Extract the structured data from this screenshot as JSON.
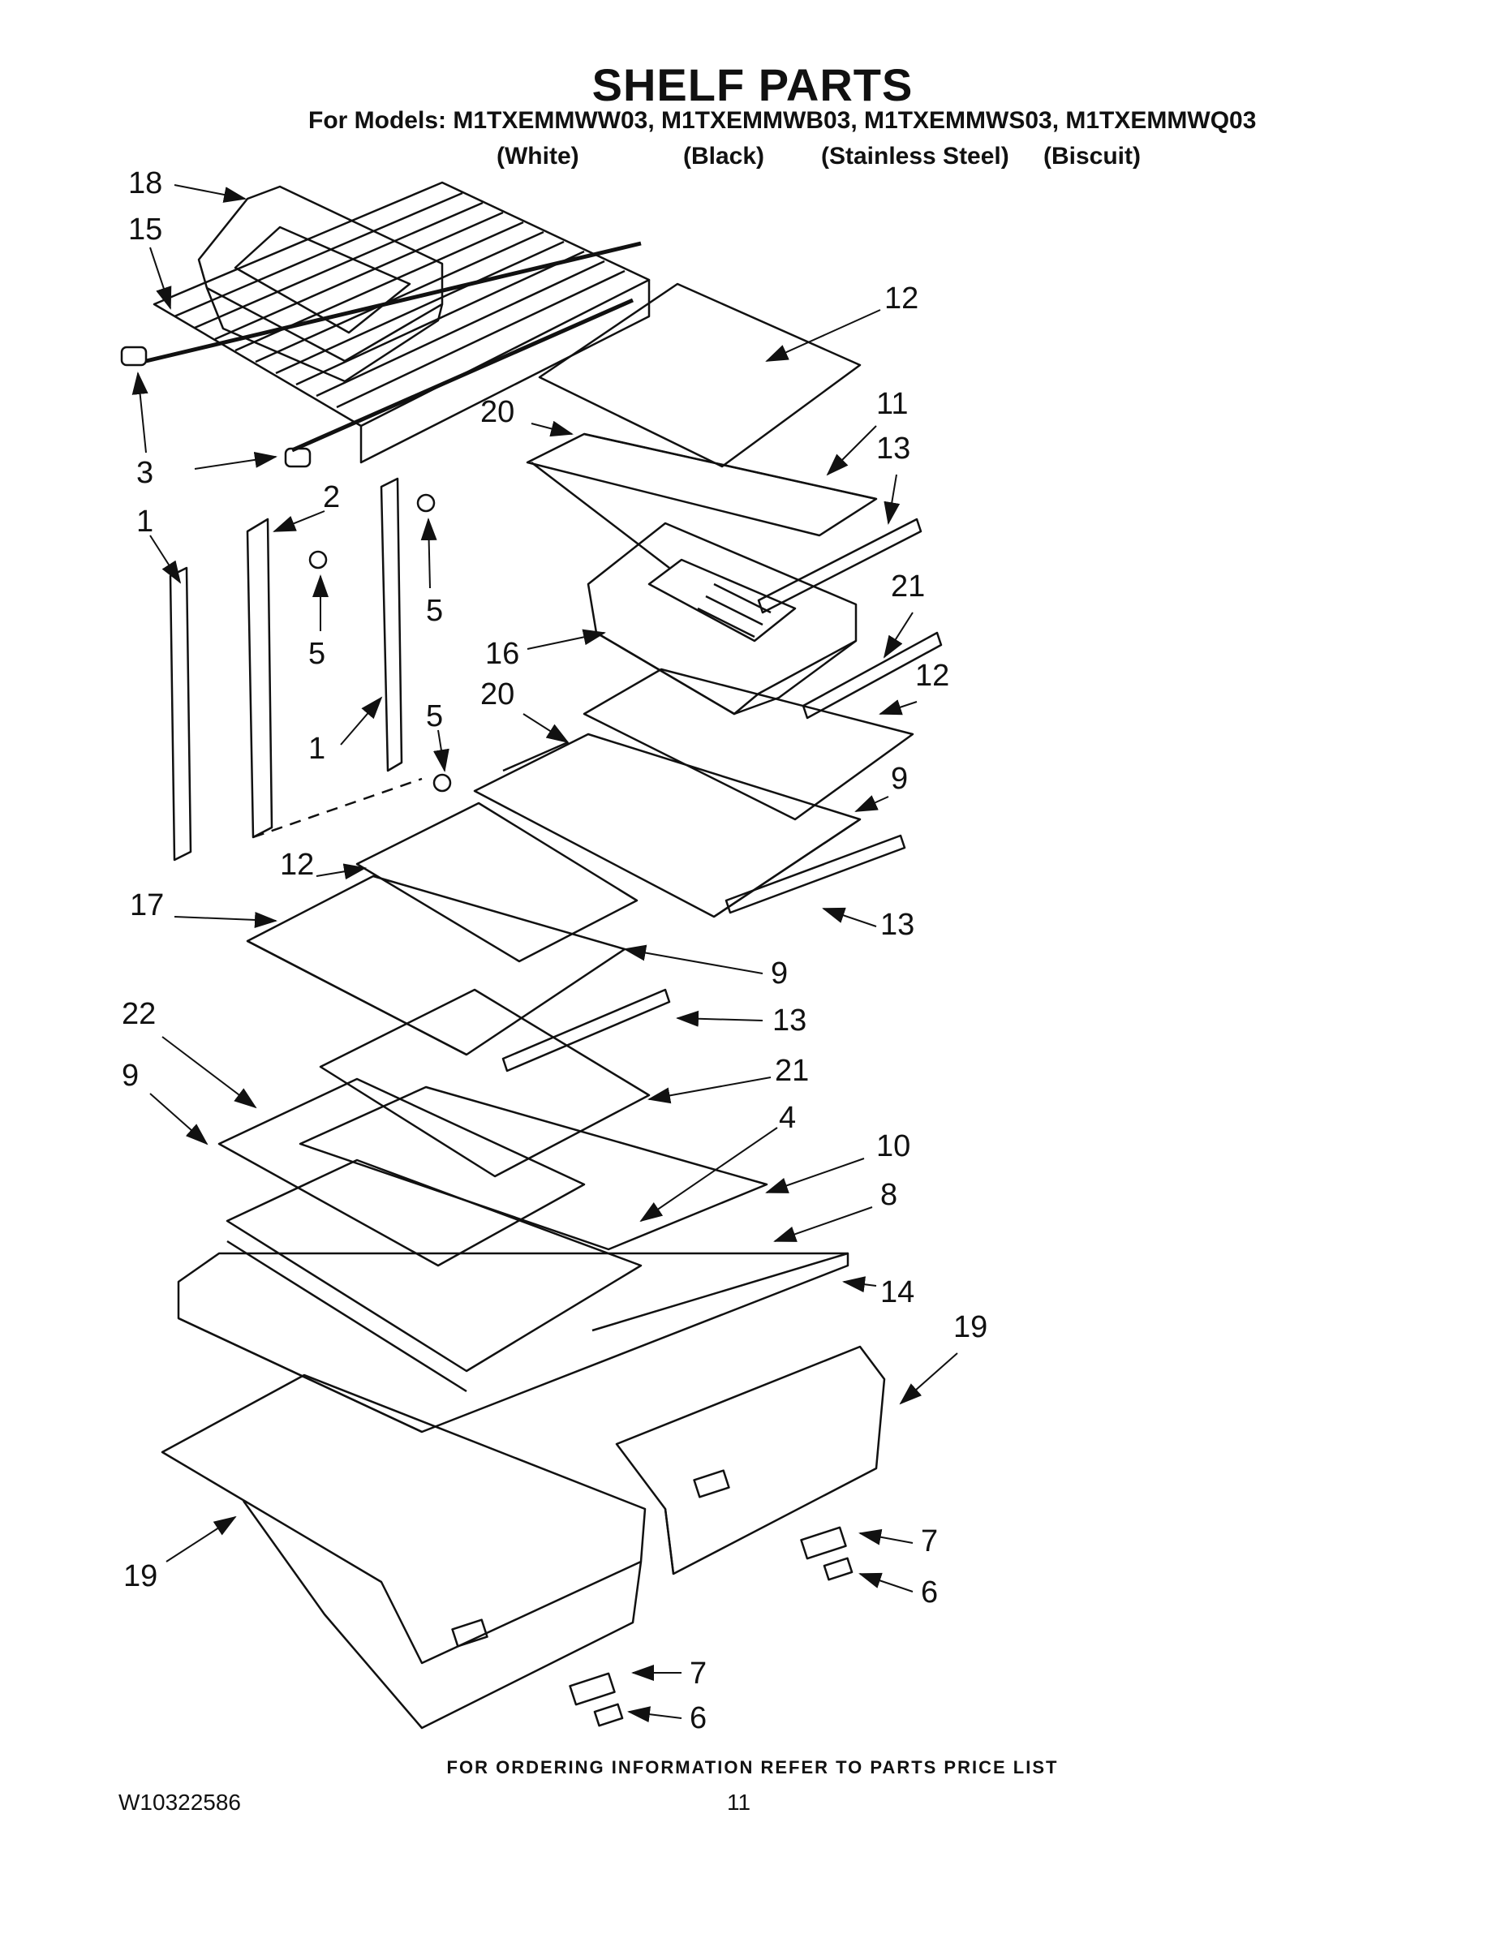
{
  "header": {
    "title": "SHELF PARTS",
    "models_line": "For Models: M1TXEMMWW03, M1TXEMMWB03, M1TXEMMWS03, M1TXEMMWQ03",
    "variants": [
      "(White)",
      "(Black)",
      "(Stainless Steel)",
      "(Biscuit)"
    ]
  },
  "callouts": [
    {
      "id": "c18",
      "text": "18"
    },
    {
      "id": "c15",
      "text": "15"
    },
    {
      "id": "c3",
      "text": "3"
    },
    {
      "id": "c1a",
      "text": "1"
    },
    {
      "id": "c2",
      "text": "2"
    },
    {
      "id": "c5a",
      "text": "5"
    },
    {
      "id": "c5b",
      "text": "5"
    },
    {
      "id": "c1b",
      "text": "1"
    },
    {
      "id": "c5c",
      "text": "5"
    },
    {
      "id": "c12a",
      "text": "12"
    },
    {
      "id": "c20a",
      "text": "20"
    },
    {
      "id": "c11",
      "text": "11"
    },
    {
      "id": "c13a",
      "text": "13"
    },
    {
      "id": "c21a",
      "text": "21"
    },
    {
      "id": "c16",
      "text": "16"
    },
    {
      "id": "c20b",
      "text": "20"
    },
    {
      "id": "c12b",
      "text": "12"
    },
    {
      "id": "c9a",
      "text": "9"
    },
    {
      "id": "c12c",
      "text": "12"
    },
    {
      "id": "c17",
      "text": "17"
    },
    {
      "id": "c13b",
      "text": "13"
    },
    {
      "id": "c9b",
      "text": "9"
    },
    {
      "id": "c13c",
      "text": "13"
    },
    {
      "id": "c22",
      "text": "22"
    },
    {
      "id": "c9c",
      "text": "9"
    },
    {
      "id": "c21b",
      "text": "21"
    },
    {
      "id": "c4",
      "text": "4"
    },
    {
      "id": "c10",
      "text": "10"
    },
    {
      "id": "c8",
      "text": "8"
    },
    {
      "id": "c14",
      "text": "14"
    },
    {
      "id": "c19a",
      "text": "19"
    },
    {
      "id": "c19b",
      "text": "19"
    },
    {
      "id": "c7a",
      "text": "7"
    },
    {
      "id": "c6a",
      "text": "6"
    },
    {
      "id": "c7b",
      "text": "7"
    },
    {
      "id": "c6b",
      "text": "6"
    }
  ],
  "footer": {
    "note": "FOR ORDERING INFORMATION REFER TO PARTS PRICE LIST",
    "doc_number": "W10322586",
    "page_number": "11"
  }
}
